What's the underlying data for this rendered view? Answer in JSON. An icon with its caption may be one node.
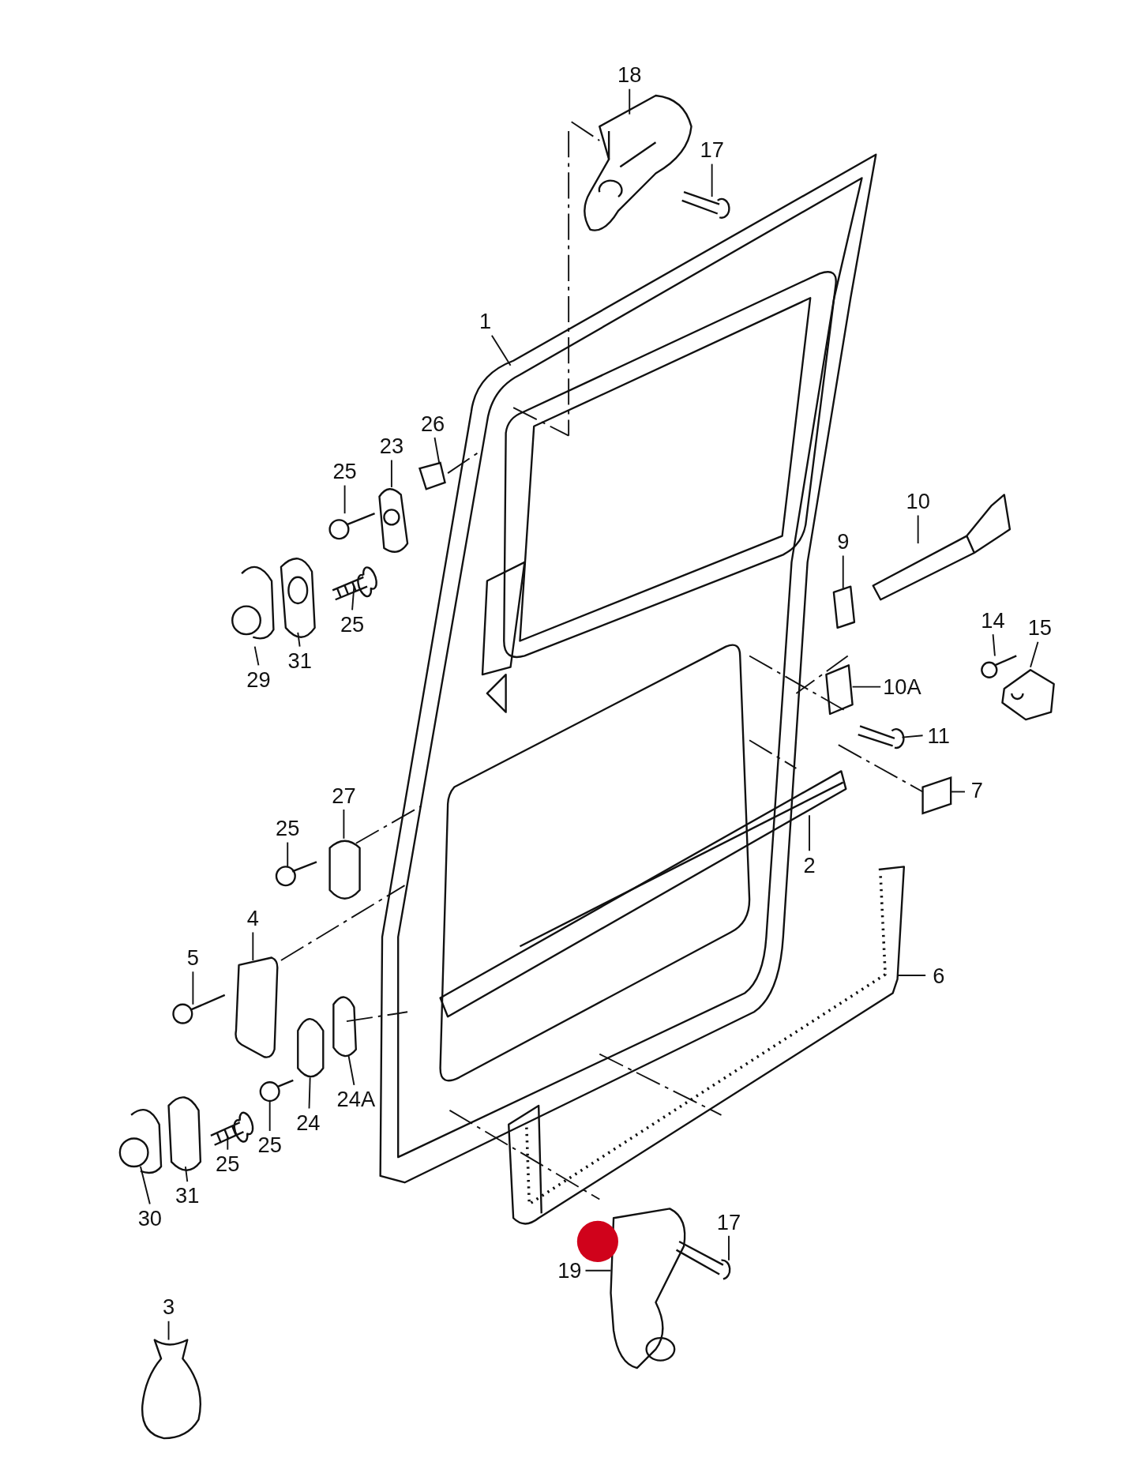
{
  "diagram": {
    "nodes": [
      {
        "text": [
          "18"
        ]
      },
      {
        "text": [
          "17"
        ]
      },
      {
        "text": [
          "1"
        ]
      },
      {
        "text": [
          "26"
        ]
      },
      {
        "text": [
          "23"
        ]
      },
      {
        "text": [
          "25"
        ]
      },
      {
        "text": [
          "10"
        ]
      },
      {
        "text": [
          "9"
        ]
      },
      {
        "text": [
          "14"
        ]
      },
      {
        "text": [
          "25"
        ]
      },
      {
        "text": [
          "15"
        ]
      },
      {
        "text": [
          "31"
        ]
      },
      {
        "text": [
          "29"
        ]
      },
      {
        "text": [
          "10A"
        ]
      },
      {
        "text": [
          "11"
        ]
      },
      {
        "text": [
          "7"
        ]
      },
      {
        "text": [
          "27"
        ]
      },
      {
        "text": [
          "25"
        ]
      },
      {
        "text": [
          "2"
        ]
      },
      {
        "text": [
          "4"
        ]
      },
      {
        "text": [
          "5"
        ]
      },
      {
        "text": [
          "6"
        ]
      },
      {
        "text": [
          "24A"
        ]
      },
      {
        "text": [
          "24"
        ]
      },
      {
        "text": [
          "25"
        ]
      },
      {
        "text": [
          "25"
        ]
      },
      {
        "text": [
          "31"
        ]
      },
      {
        "text": [
          "30"
        ]
      },
      {
        "text": [
          "17"
        ]
      },
      {
        "text": [
          "19"
        ]
      },
      {
        "text": [
          "3"
        ]
      },
      {
        "text": [],
        "shape": "picture"
      },
      {
        "text": [],
        "shape": "picture"
      },
      {
        "text": [],
        "shape": "picture"
      },
      {
        "text": [],
        "shape": "picture"
      }
    ],
    "edges": [
      {
        "from": 0,
        "to": null,
        "arrow": "none"
      },
      {
        "from": 1,
        "to": null,
        "arrow": "none"
      },
      {
        "from": 2,
        "to": null,
        "arrow": "none"
      },
      {
        "from": 3,
        "to": 31,
        "arrow": "none"
      },
      {
        "from": 4,
        "to": null,
        "arrow": "none"
      },
      {
        "from": 5,
        "to": null,
        "arrow": "none"
      },
      {
        "from": 6,
        "to": null,
        "arrow": "none"
      },
      {
        "from": 7,
        "to": null,
        "arrow": "none"
      },
      {
        "from": 8,
        "to": null,
        "arrow": "none"
      },
      {
        "from": 9,
        "to": null,
        "arrow": "none"
      },
      {
        "from": 10,
        "to": null,
        "arrow": "none"
      },
      {
        "from": 11,
        "to": null,
        "arrow": "none"
      },
      {
        "from": 12,
        "to": null,
        "arrow": "none"
      },
      {
        "from": 13,
        "to": null,
        "arrow": "none"
      },
      {
        "from": 14,
        "to": null,
        "arrow": "none"
      },
      {
        "from": 15,
        "to": 33,
        "arrow": "none"
      },
      {
        "from": 16,
        "to": null,
        "arrow": "none"
      },
      {
        "from": 17,
        "to": null,
        "arrow": "none"
      },
      {
        "from": 18,
        "to": null,
        "arrow": "none"
      },
      {
        "from": 19,
        "to": null,
        "arrow": "none"
      },
      {
        "from": 20,
        "to": null,
        "arrow": "none"
      },
      {
        "from": 21,
        "to": null,
        "arrow": "none"
      },
      {
        "from": 22,
        "to": null,
        "arrow": "none"
      },
      {
        "from": 23,
        "to": 34,
        "arrow": "none"
      },
      {
        "from": 24,
        "to": 32,
        "arrow": "none"
      },
      {
        "from": 25,
        "to": null,
        "arrow": "none"
      },
      {
        "from": 26,
        "to": null,
        "arrow": "none"
      },
      {
        "from": 27,
        "to": null,
        "arrow": "none"
      },
      {
        "from": 28,
        "to": null,
        "arrow": "none"
      },
      {
        "from": 29,
        "to": null,
        "arrow": "none"
      },
      {
        "from": 30,
        "to": null,
        "arrow": "none"
      }
    ]
  }
}
